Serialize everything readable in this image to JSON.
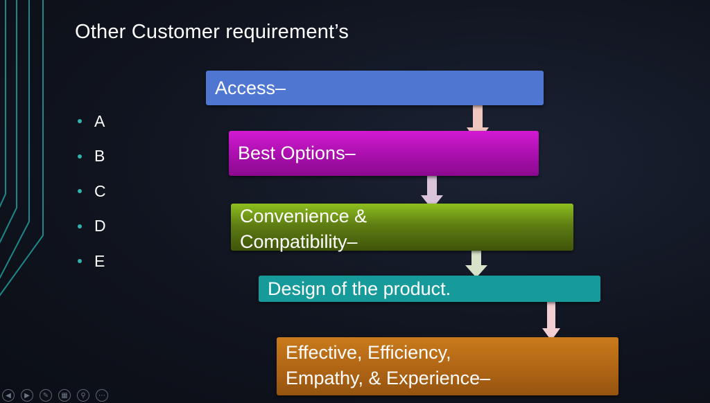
{
  "slide": {
    "title": "Other Customer requirement’s",
    "bullets": [
      "A",
      "B",
      "C",
      "D",
      "E"
    ],
    "steps": [
      {
        "label": "Access–",
        "color": "#4f76d0"
      },
      {
        "label": "Best Options–",
        "color": "#c016c2"
      },
      {
        "label": "Convenience & Compatibility–",
        "color": "#6b8a14"
      },
      {
        "label": "Design of the product.",
        "color": "#179a9a"
      },
      {
        "label": "Effective, Efficiency, Empathy, & Experience–",
        "color": "#b56a17"
      }
    ]
  },
  "toolbar": {
    "icons": [
      "previous-icon",
      "next-icon",
      "pen-icon",
      "slides-grid-icon",
      "zoom-icon",
      "more-icon"
    ]
  }
}
